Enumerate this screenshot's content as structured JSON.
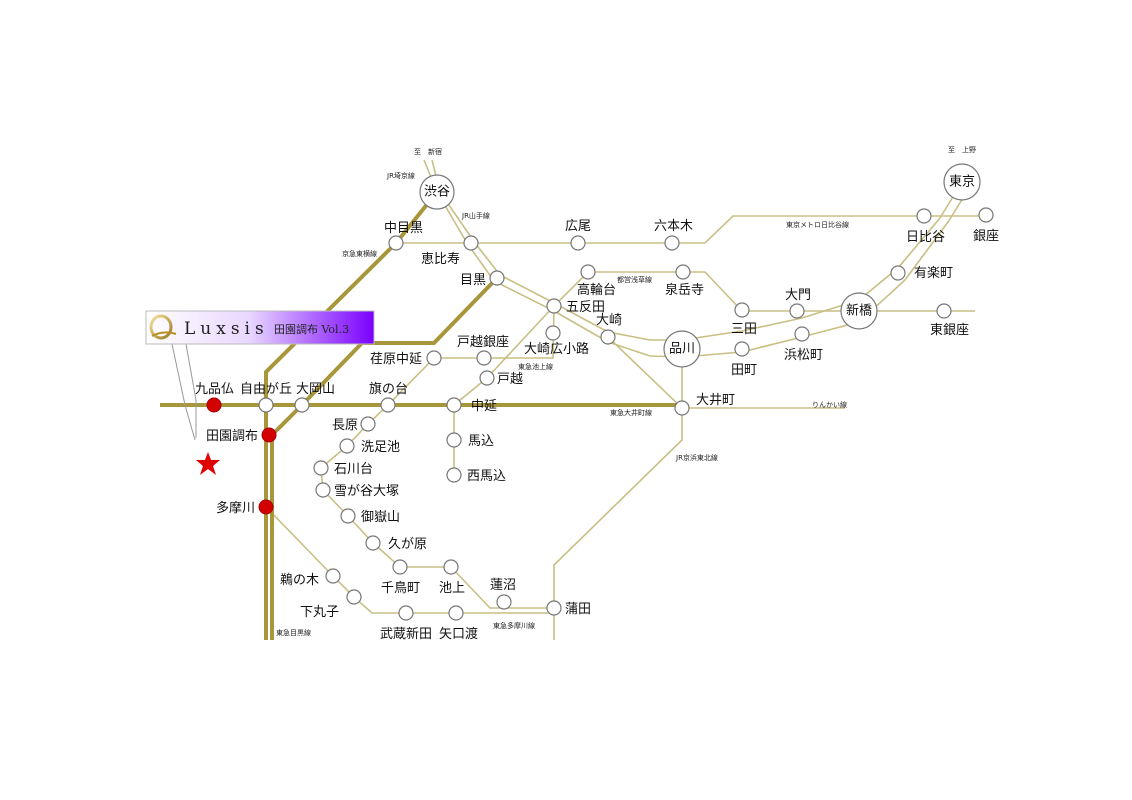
{
  "banner": {
    "brand": "Luxsis",
    "subtitle": "田園調布 Vol.3"
  },
  "colors": {
    "main_line": "#a8963a",
    "sub_line": "#c9bf85",
    "highlight": "#d30000",
    "banner_accent": "#7a00ff"
  },
  "directions": {
    "shinjuku": "至　新宿",
    "ueno": "至　上野"
  },
  "lines": {
    "saikyo": "JR埼京線",
    "yamanote": "JR山手線",
    "toyoko": "京急東横線",
    "hibiya": "東京メトロ日比谷線",
    "asakusa": "都営浅草線",
    "ikegami": "東急池上線",
    "oimachi": "東急大井町線",
    "rinkai": "りんかい線",
    "keihin": "JR京浜東北線",
    "tamagawa": "東急多摩川線",
    "meguro": "東急目黒線"
  },
  "stations": {
    "shibuya": "渋谷",
    "nakameguro": "中目黒",
    "ebisu": "恵比寿",
    "hiroo": "広尾",
    "roppongi": "六本木",
    "hibiya": "日比谷",
    "ginza": "銀座",
    "tokyo": "東京",
    "meguro": "目黒",
    "takanawadai": "高輪台",
    "sengakuji": "泉岳寺",
    "gotanda": "五反田",
    "osakihirokoji": "大崎広小路",
    "osaki": "大崎",
    "shinagawa": "品川",
    "mita": "三田",
    "daimon": "大門",
    "shimbashi": "新橋",
    "higashiginza": "東銀座",
    "yurakucho": "有楽町",
    "hamamatsucho": "浜松町",
    "tamachi": "田町",
    "oimachi": "大井町",
    "ebaranakanobu": "荏原中延",
    "togoshiginza": "戸越銀座",
    "togoshi": "戸越",
    "nakanobu": "中延",
    "magome": "馬込",
    "nishimagome": "西馬込",
    "hatanodai": "旗の台",
    "ookayama": "大岡山",
    "jiyugaoka": "自由が丘",
    "kuhombutsu": "九品仏",
    "denenchofu": "田園調布",
    "tamagawa": "多摩川",
    "nagahara": "長原",
    "senzokuike": "洗足池",
    "ishikawadai": "石川台",
    "yukigaya": "雪が谷大塚",
    "ontakesan": "御嶽山",
    "kugahara": "久が原",
    "chidoricho": "千鳥町",
    "ikegami": "池上",
    "hasunuma": "蓮沼",
    "kamata": "蒲田",
    "unoki": "鵜の木",
    "shimomaruko": "下丸子",
    "musashinitta": "武蔵新田",
    "yaguchinowatashi": "矢口渡"
  }
}
